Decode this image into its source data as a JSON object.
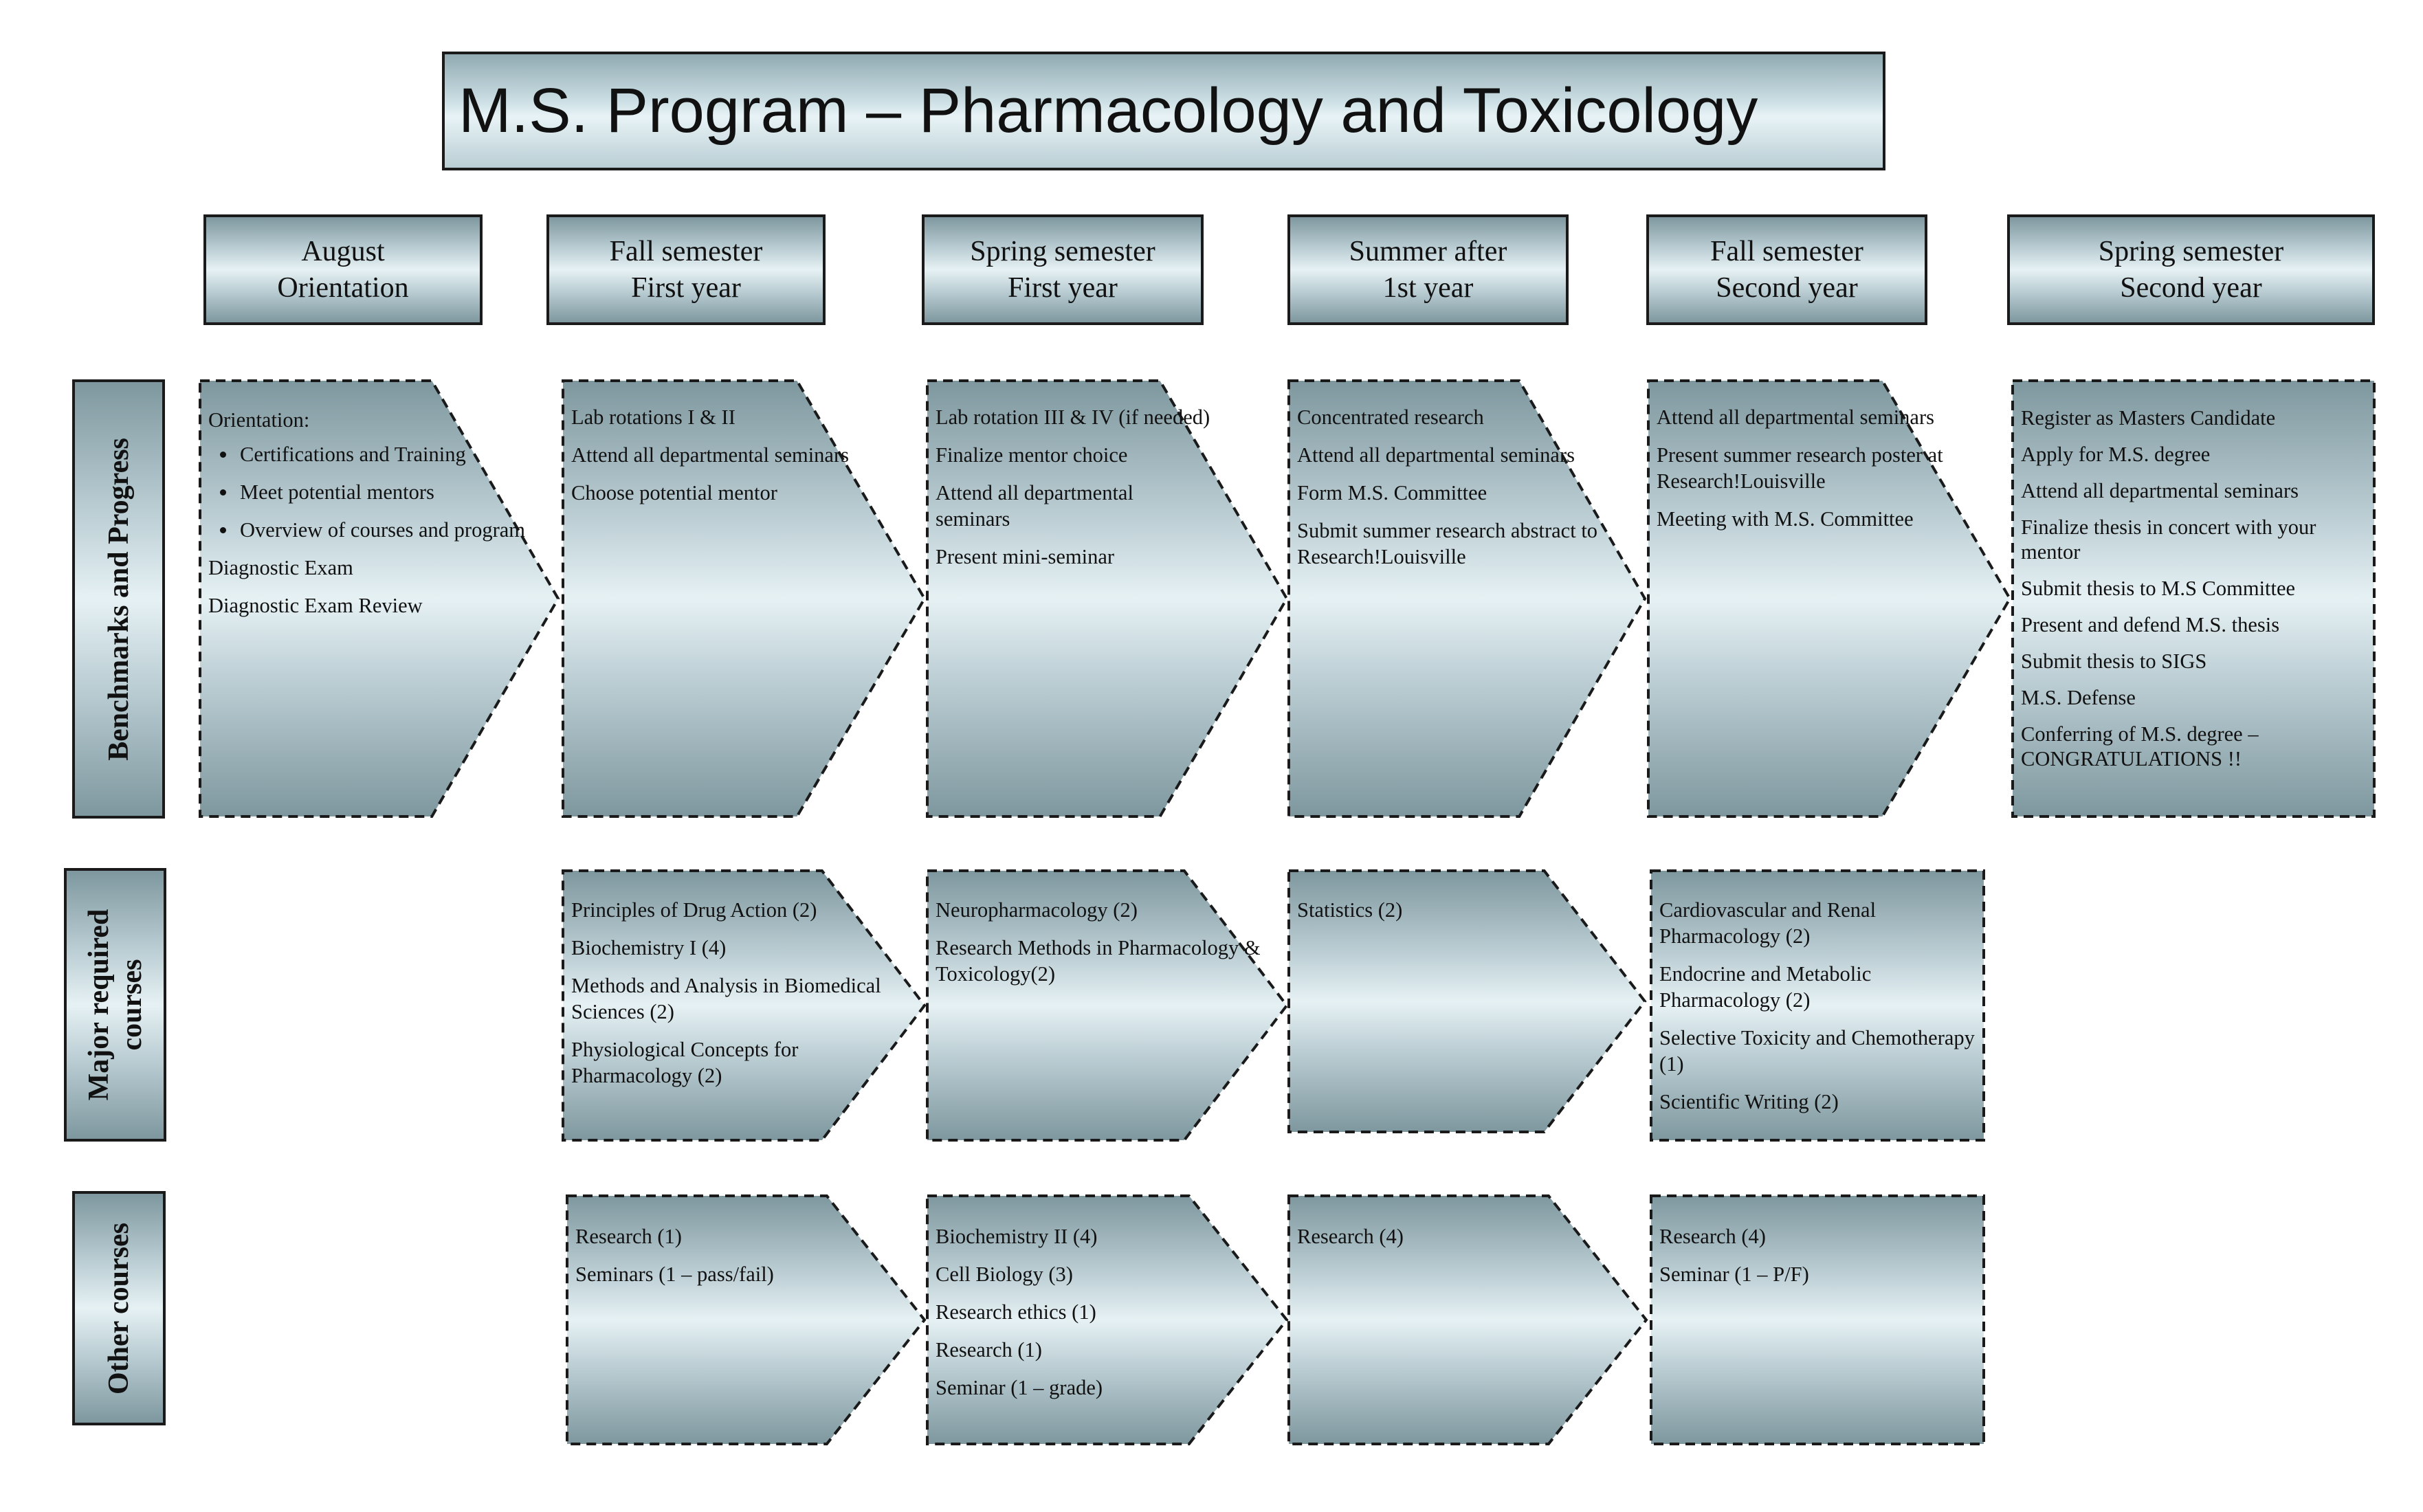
{
  "title": "M.S. Program – Pharmacology and Toxicology",
  "columns": [
    {
      "line1": "August",
      "line2": "Orientation"
    },
    {
      "line1": "Fall semester",
      "line2": "First year"
    },
    {
      "line1": "Spring semester",
      "line2": "First year"
    },
    {
      "line1": "Summer after",
      "line2": "1st year"
    },
    {
      "line1": "Fall semester",
      "line2": "Second year"
    },
    {
      "line1": "Spring semester",
      "line2": "Second year"
    }
  ],
  "rows": [
    {
      "label": "Benchmarks and Progress"
    },
    {
      "label_line1": "Major required",
      "label_line2": "courses"
    },
    {
      "label": "Other courses"
    }
  ],
  "benchmarks": {
    "august": {
      "heading": "Orientation:",
      "bullets": [
        "Certifications and Training",
        "Meet potential mentors",
        "Overview of courses and program"
      ],
      "items": [
        "Diagnostic Exam",
        "Diagnostic Exam Review"
      ]
    },
    "fall1": [
      "Lab rotations I & II",
      "Attend all departmental seminars",
      "Choose potential mentor"
    ],
    "spring1": [
      "Lab rotation III & IV (if needed)",
      "Finalize mentor choice",
      "Attend all departmental seminars",
      "Present mini-seminar"
    ],
    "summer1": [
      "Concentrated research",
      "Attend all departmental seminars",
      "Form M.S. Committee",
      "Submit summer research abstract to Research!Louisville"
    ],
    "fall2": [
      "Attend all departmental seminars",
      "Present summer research poster at Research!Louisville",
      "Meeting with M.S. Committee"
    ],
    "spring2": [
      "Register as Masters Candidate",
      "Apply for M.S. degree",
      "Attend all departmental seminars",
      "Finalize thesis in concert with your mentor",
      "Submit thesis to M.S Committee",
      "Present and defend M.S. thesis",
      "Submit thesis to SIGS",
      "M.S. Defense",
      "Conferring of M.S. degree – CONGRATULATIONS !!"
    ]
  },
  "major_courses": {
    "fall1": [
      "Principles of Drug Action (2)",
      "Biochemistry I (4)",
      "Methods and Analysis in Biomedical Sciences (2)",
      "Physiological Concepts for Pharmacology (2)"
    ],
    "spring1": [
      "Neuropharmacology (2)",
      "Research Methods in Pharmacology & Toxicology(2)"
    ],
    "summer1": [
      "Statistics (2)"
    ],
    "fall2": [
      "Cardiovascular and Renal Pharmacology (2)",
      "Endocrine and Metabolic Pharmacology (2)",
      "Selective Toxicity and Chemotherapy (1)",
      "Scientific Writing (2)"
    ]
  },
  "other_courses": {
    "fall1": [
      "Research (1)",
      "Seminars (1 – pass/fail)"
    ],
    "spring1": [
      "Biochemistry II (4)",
      "Cell Biology (3)",
      "Research ethics (1)",
      "Research (1)",
      "Seminar (1 – grade)"
    ],
    "summer1": [
      "Research (4)"
    ],
    "fall2": [
      "Research (4)",
      "Seminar (1 – P/F)"
    ]
  }
}
